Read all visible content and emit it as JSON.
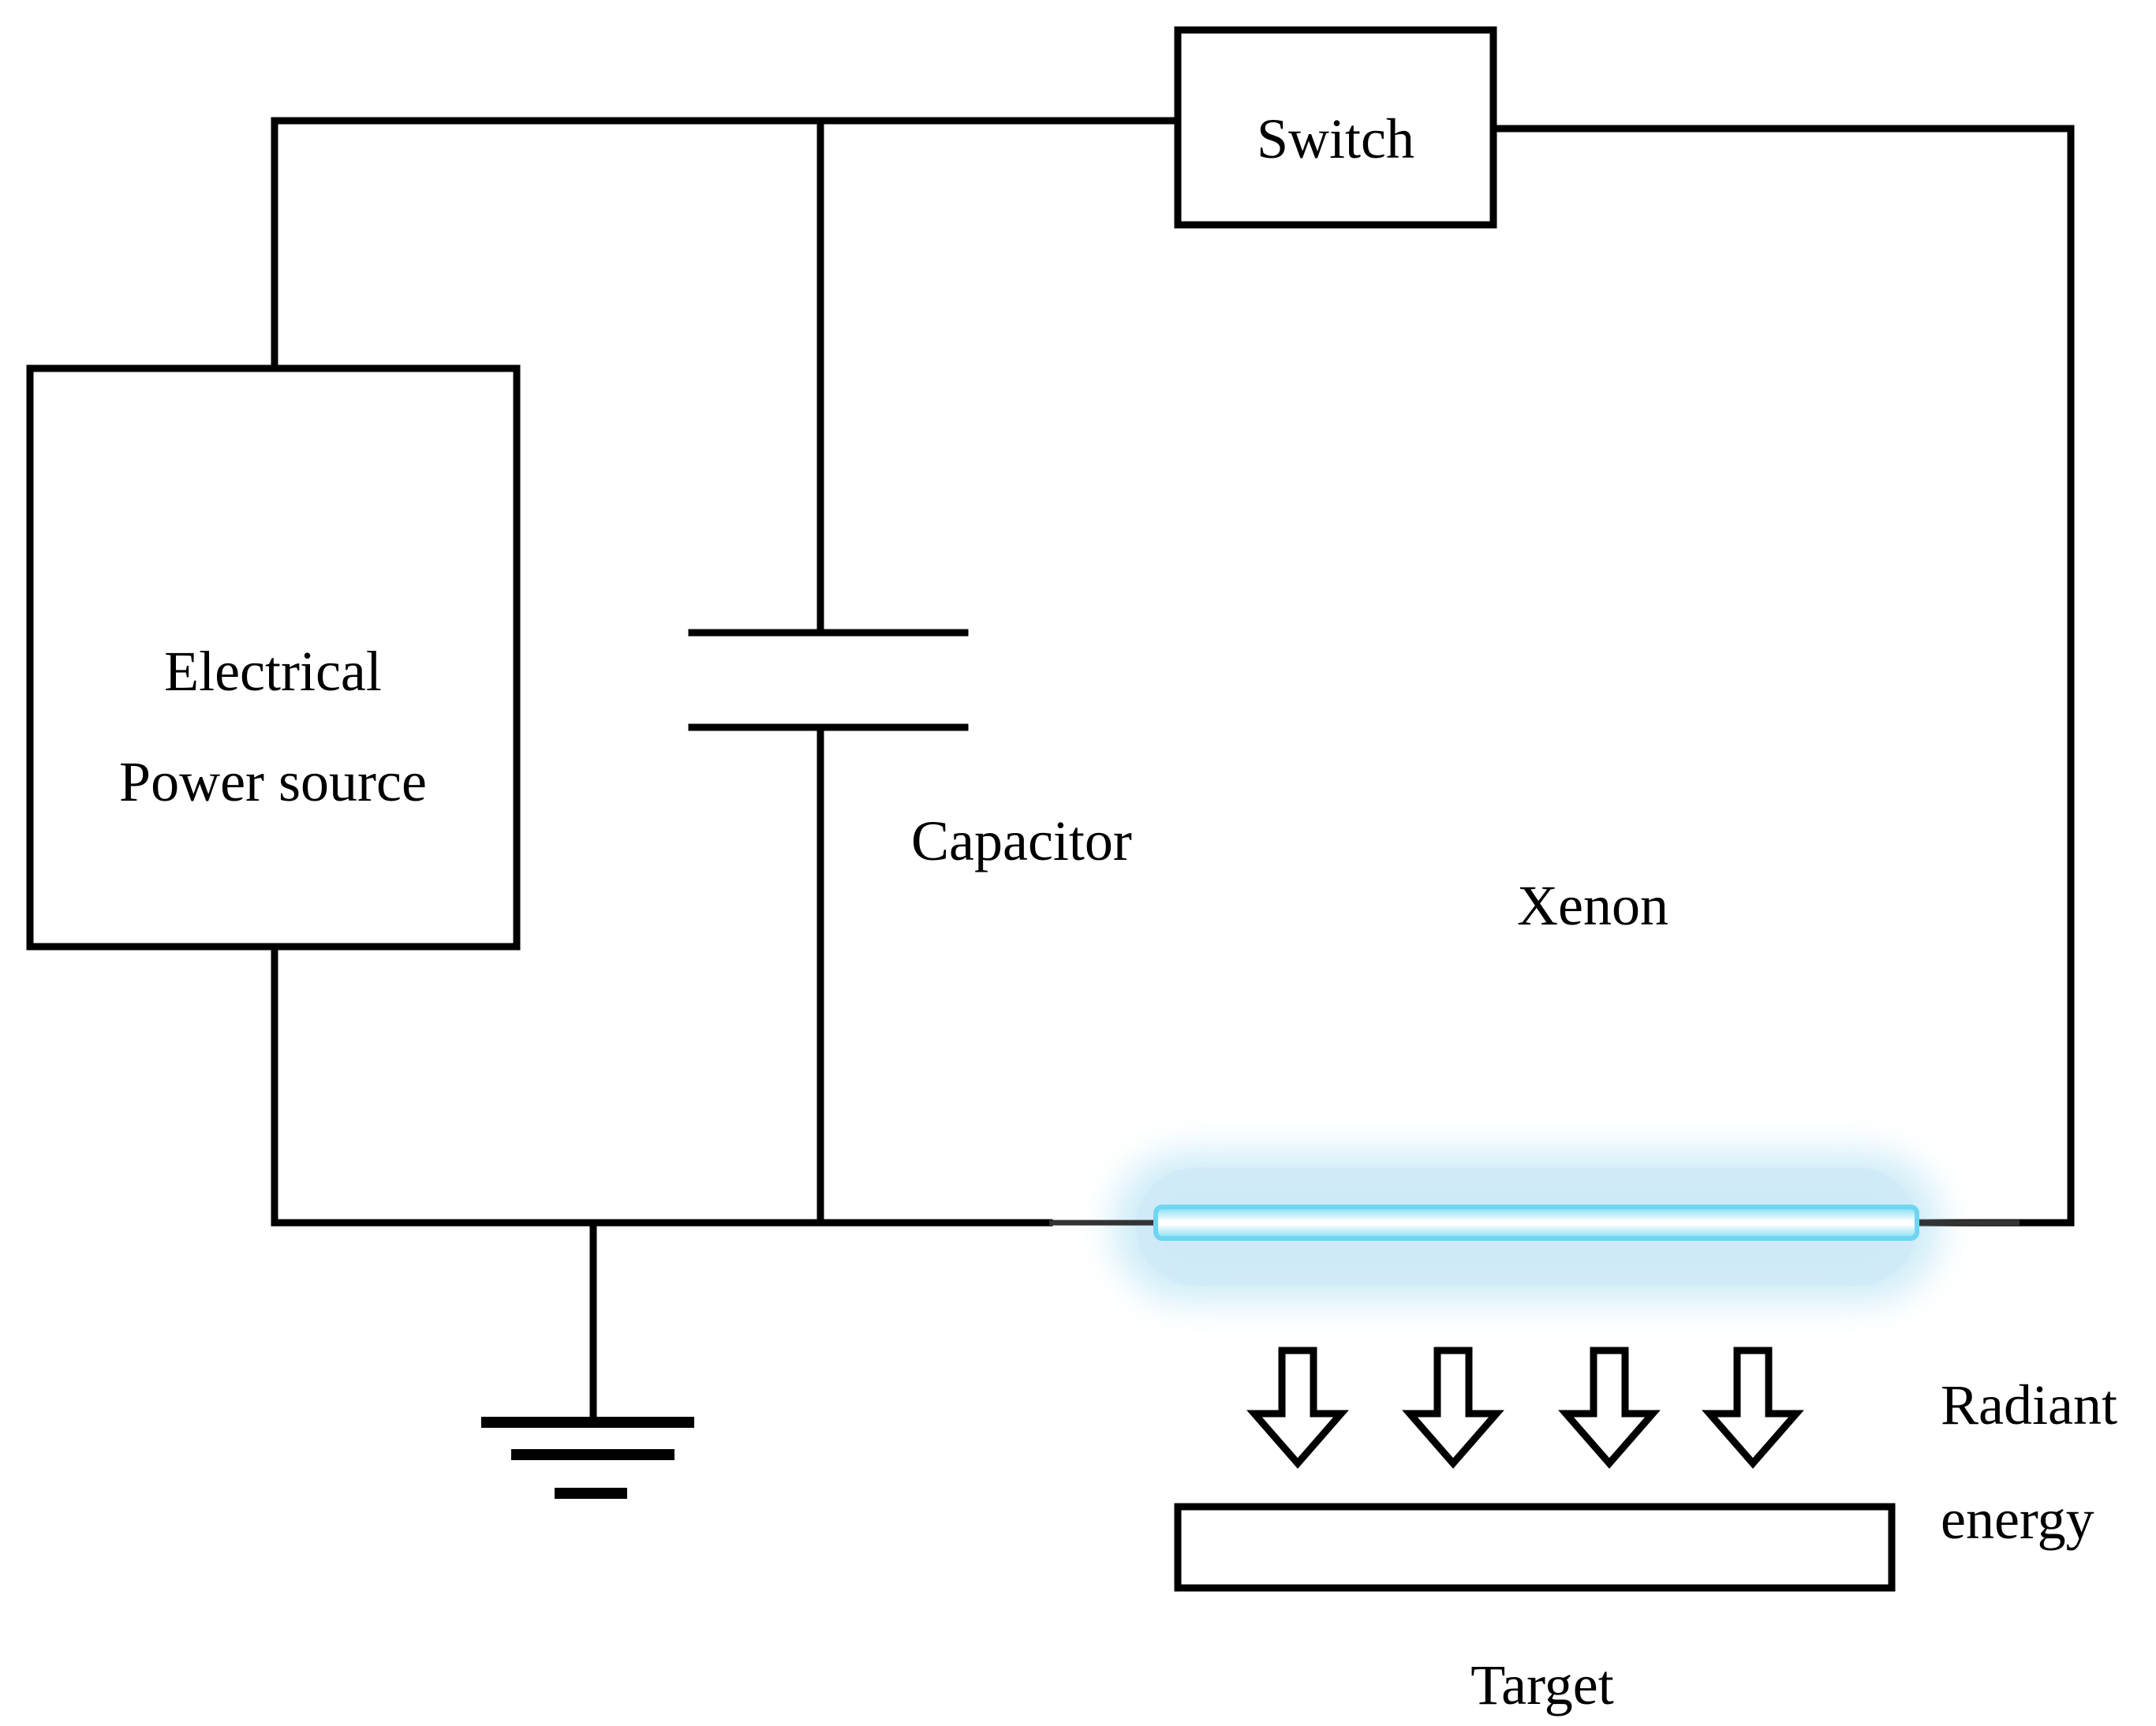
{
  "labels": {
    "power_source_line1": "Electrical",
    "power_source_line2": "Power source",
    "capacitor": "Capacitor",
    "switch": "Switch",
    "xenon": "Xenon",
    "radiant_line1": "Radiant",
    "radiant_line2": "energy",
    "target": "Target"
  },
  "colors": {
    "wire": "#000000",
    "lamp_glow": "#8fd8f0",
    "lamp_tube": "#6fd6f2",
    "lamp_core": "#ffffff"
  }
}
